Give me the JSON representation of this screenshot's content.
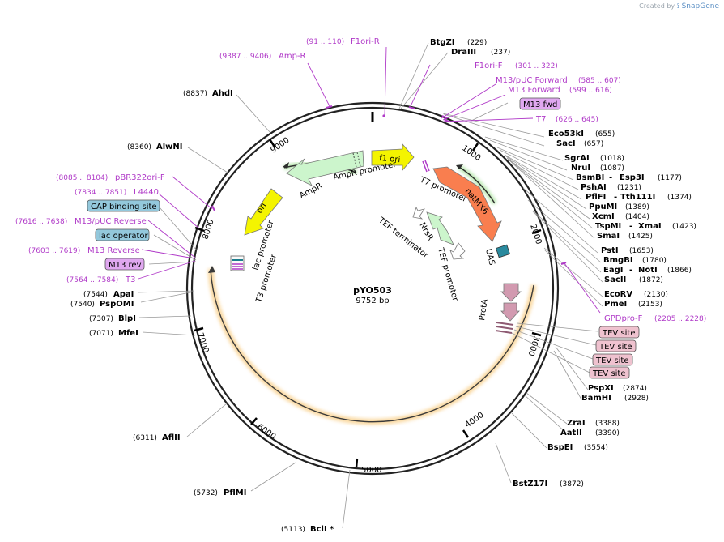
{
  "header": {
    "credit_prefix": "Created by",
    "credit_brand": "SnapGene"
  },
  "plasmid": {
    "name": "pYO503",
    "length_label": "9752 bp"
  },
  "enzymes": {
    "e1": {
      "name": "BtgZI",
      "pos": "(229)"
    },
    "e2": {
      "name": "DraIII",
      "pos": "(237)"
    },
    "e3": {
      "name": "Eco53kI",
      "pos": "(655)"
    },
    "e4": {
      "name": "SacI",
      "pos": "(657)"
    },
    "e5": {
      "name": "SgrAI",
      "pos": "(1018)"
    },
    "e6": {
      "name": "NruI",
      "pos": "(1087)"
    },
    "e7": {
      "name": "BsmBI",
      "name2": "Esp3I",
      "pos": "(1177)"
    },
    "e8": {
      "name": "PshAI",
      "pos": "(1231)"
    },
    "e9": {
      "name": "PflFI",
      "name2": "Tth111I",
      "pos": "(1374)"
    },
    "e10": {
      "name": "PpuMI",
      "pos": "(1389)"
    },
    "e11": {
      "name": "XcmI",
      "pos": "(1404)"
    },
    "e12": {
      "name": "TspMI",
      "name2": "XmaI",
      "pos": "(1423)"
    },
    "e13": {
      "name": "SmaI",
      "pos": "(1425)"
    },
    "e14": {
      "name": "PstI",
      "pos": "(1653)"
    },
    "e15": {
      "name": "BmgBI",
      "pos": "(1780)"
    },
    "e16": {
      "name": "EagI",
      "name2": "NotI",
      "pos": "(1866)"
    },
    "e17": {
      "name": "SacII",
      "pos": "(1872)"
    },
    "e18": {
      "name": "EcoRV",
      "pos": "(2130)"
    },
    "e19": {
      "name": "PmeI",
      "pos": "(2153)"
    },
    "e20": {
      "name": "PspXI",
      "pos": "(2874)"
    },
    "e21": {
      "name": "BamHI",
      "pos": "(2928)"
    },
    "e22": {
      "name": "ZraI",
      "pos": "(3388)"
    },
    "e23": {
      "name": "AatII",
      "pos": "(3390)"
    },
    "e24": {
      "name": "BspEI",
      "pos": "(3554)"
    },
    "e25": {
      "name": "BstZ17I",
      "pos": "(3872)"
    },
    "e26": {
      "name": "BclI *",
      "pos": "(5113)"
    },
    "e27": {
      "name": "PflMI",
      "pos": "(5732)"
    },
    "e28": {
      "name": "AflII",
      "pos": "(6311)"
    },
    "e29": {
      "name": "MfeI",
      "pos": "(7071)"
    },
    "e30": {
      "name": "BlpI",
      "pos": "(7307)"
    },
    "e31": {
      "name": "PspOMI",
      "pos": "(7540)"
    },
    "e32": {
      "name": "ApaI",
      "pos": "(7544)"
    },
    "e33": {
      "name": "AlwNI",
      "pos": "(8360)"
    },
    "e34": {
      "name": "AhdI",
      "pos": "(8837)"
    }
  },
  "primers": {
    "p1": {
      "name": "F1ori-R",
      "pos": "(91 .. 110)"
    },
    "p2": {
      "name": "Amp-R",
      "pos": "(9387 .. 9406)"
    },
    "p3": {
      "name": "F1ori-F",
      "pos": "(301 .. 322)"
    },
    "p4": {
      "name": "M13/pUC Forward",
      "pos": "(585 .. 607)"
    },
    "p5": {
      "name": "M13 Forward",
      "pos": "(599 .. 616)"
    },
    "p6": {
      "name": "T7",
      "pos": "(626 .. 645)"
    },
    "p7": {
      "name": "pBR322ori-F",
      "pos": "(8085 .. 8104)"
    },
    "p8": {
      "name": "L4440",
      "pos": "(7834 .. 7851)"
    },
    "p9": {
      "name": "M13/pUC Reverse",
      "pos": "(7616 .. 7638)"
    },
    "p10": {
      "name": "M13 Reverse",
      "pos": "(7603 .. 7619)"
    },
    "p11": {
      "name": "T3",
      "pos": "(7564 .. 7584)"
    },
    "p12": {
      "name": "GPDpro-F",
      "pos": "(2205 .. 2228)"
    }
  },
  "boxes": {
    "m13fwd": "M13 fwd",
    "m13rev": "M13 rev",
    "cap": "CAP binding site",
    "lacop": "lac operator",
    "tev1": "TEV site",
    "tev2": "TEV site",
    "tev3": "TEV site",
    "tev4": "TEV site"
  },
  "features": {
    "f1ori": "f1 ori",
    "ampr": "AmpR",
    "ampr_prom": "AmpR promoter",
    "ori": "ori",
    "lac_prom": "lac promoter",
    "t3_prom": "T3 promoter",
    "t7_prom": "T7 promoter",
    "natmx6": "natMX6",
    "nrsr": "NrsR",
    "tef_term": "TEF terminator",
    "tef_prom": "TEF promoter",
    "uas": "UAS",
    "prota": "ProtA"
  },
  "ticks": [
    "1000",
    "2000",
    "3000",
    "4000",
    "5000",
    "6000",
    "7000",
    "8000",
    "9000"
  ],
  "colors": {
    "backbone": "#222222",
    "primer": "#b03ac8",
    "f1ori": "#f4f400",
    "ampr": "#ccf5cc",
    "ori": "#f4f400",
    "natmx6": "#f97e4f",
    "nrsr": "#ccf5cc",
    "uas": "#2a8a9e",
    "prota": "#d29ab0",
    "orf_glow_green": "#7dd36a",
    "orf_glow_orange": "#f7c07a",
    "box_blue": "#93c8dc",
    "box_purple": "#e0a8f0",
    "box_pink": "#efc2cf"
  }
}
